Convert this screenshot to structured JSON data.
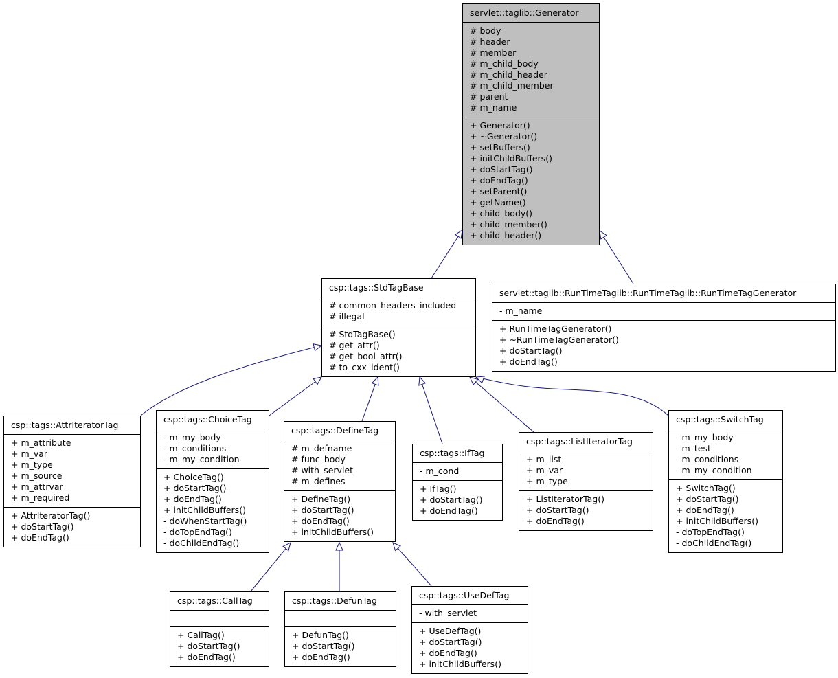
{
  "classes": [
    {
      "id": "generator",
      "name": "servlet::taglib::Generator",
      "highlight": true,
      "attributes": [
        "# body",
        "# header",
        "# member",
        "# m_child_body",
        "# m_child_header",
        "# m_child_member",
        "# parent",
        "# m_name"
      ],
      "methods": [
        "+ Generator()",
        "+ ~Generator()",
        "+ setBuffers()",
        "+ initChildBuffers()",
        "+ doStartTag()",
        "+ doEndTag()",
        "+ setParent()",
        "+ getName()",
        "+ child_body()",
        "+ child_member()",
        "+ child_header()"
      ]
    },
    {
      "id": "stdtagbase",
      "name": "csp::tags::StdTagBase",
      "attributes": [
        "# common_headers_included",
        "# illegal"
      ],
      "methods": [
        "# StdTagBase()",
        "# get_attr()",
        "# get_bool_attr()",
        "# to_cxx_ident()"
      ]
    },
    {
      "id": "runtimetaggenerator",
      "name": "servlet::taglib::RunTimeTaglib::RunTimeTaglib::RunTimeTagGenerator",
      "attributes": [
        "- m_name"
      ],
      "methods": [
        "+ RunTimeTagGenerator()",
        "+ ~RunTimeTagGenerator()",
        "+ doStartTag()",
        "+ doEndTag()"
      ]
    },
    {
      "id": "attriteratortag",
      "name": "csp::tags::AttrIteratorTag",
      "attributes": [
        "+ m_attribute",
        "+ m_var",
        "+ m_type",
        "+ m_source",
        "+ m_attrvar",
        "+ m_required"
      ],
      "methods": [
        "+ AttrIteratorTag()",
        "+ doStartTag()",
        "+ doEndTag()"
      ]
    },
    {
      "id": "choicetag",
      "name": "csp::tags::ChoiceTag",
      "attributes": [
        "- m_my_body",
        "- m_conditions",
        "- m_my_condition"
      ],
      "methods": [
        "+ ChoiceTag()",
        "+ doStartTag()",
        "+ doEndTag()",
        "+ initChildBuffers()",
        "- doWhenStartTag()",
        "- doTopEndTag()",
        "- doChildEndTag()"
      ]
    },
    {
      "id": "definetag",
      "name": "csp::tags::DefineTag",
      "attributes": [
        "# m_defname",
        "# func_body",
        "# with_servlet",
        "# m_defines"
      ],
      "methods": [
        "+ DefineTag()",
        "+ doStartTag()",
        "+ doEndTag()",
        "+ initChildBuffers()"
      ]
    },
    {
      "id": "iftag",
      "name": "csp::tags::IfTag",
      "attributes": [
        "- m_cond"
      ],
      "methods": [
        "+ IfTag()",
        "+ doStartTag()",
        "+ doEndTag()"
      ]
    },
    {
      "id": "listiteratortag",
      "name": "csp::tags::ListIteratorTag",
      "attributes": [
        "+ m_list",
        "+ m_var",
        "+ m_type"
      ],
      "methods": [
        "+ ListIteratorTag()",
        "+ doStartTag()",
        "+ doEndTag()"
      ]
    },
    {
      "id": "switchtag",
      "name": "csp::tags::SwitchTag",
      "attributes": [
        "- m_my_body",
        "- m_test",
        "- m_conditions",
        "- m_my_condition"
      ],
      "methods": [
        "+ SwitchTag()",
        "+ doStartTag()",
        "+ doEndTag()",
        "+ initChildBuffers()",
        "- doTopEndTag()",
        "- doChildEndTag()"
      ]
    },
    {
      "id": "calltag",
      "name": "csp::tags::CallTag",
      "attributes": [],
      "methods": [
        "+ CallTag()",
        "+ doStartTag()",
        "+ doEndTag()"
      ]
    },
    {
      "id": "defuntag",
      "name": "csp::tags::DefunTag",
      "attributes": [],
      "methods": [
        "+ DefunTag()",
        "+ doStartTag()",
        "+ doEndTag()"
      ]
    },
    {
      "id": "usedeftag",
      "name": "csp::tags::UseDefTag",
      "attributes": [
        "- with_servlet"
      ],
      "methods": [
        "+ UseDefTag()",
        "+ doStartTag()",
        "+ doEndTag()",
        "+ initChildBuffers()"
      ]
    }
  ],
  "inheritance": [
    {
      "child": "stdtagbase",
      "parent": "generator"
    },
    {
      "child": "runtimetaggenerator",
      "parent": "generator"
    },
    {
      "child": "attriteratortag",
      "parent": "stdtagbase"
    },
    {
      "child": "choicetag",
      "parent": "stdtagbase"
    },
    {
      "child": "definetag",
      "parent": "stdtagbase"
    },
    {
      "child": "iftag",
      "parent": "stdtagbase"
    },
    {
      "child": "listiteratortag",
      "parent": "stdtagbase"
    },
    {
      "child": "switchtag",
      "parent": "stdtagbase"
    },
    {
      "child": "calltag",
      "parent": "definetag"
    },
    {
      "child": "defuntag",
      "parent": "definetag"
    },
    {
      "child": "usedeftag",
      "parent": "definetag"
    }
  ],
  "colors": {
    "edge": "#191970",
    "highlight_fill": "#bfbfbf",
    "box_fill": "#ffffff"
  }
}
